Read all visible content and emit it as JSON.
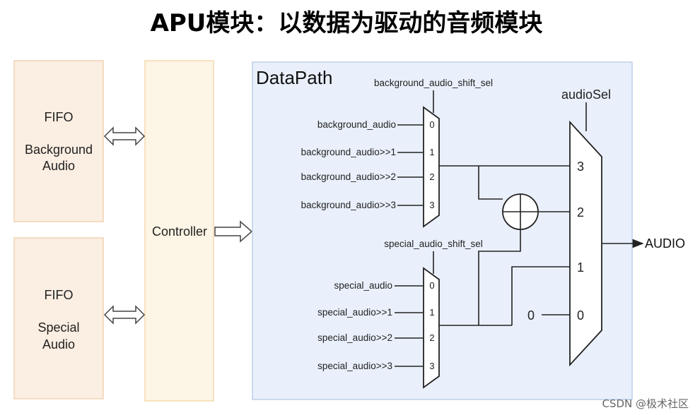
{
  "title": "APU模块：以数据为驱动的音频模块",
  "fifo_background": {
    "line1": "FIFO",
    "line2": "Background",
    "line3": "Audio"
  },
  "fifo_special": {
    "line1": "FIFO",
    "line2": "Special",
    "line3": "Audio"
  },
  "controller": {
    "label": "Controller"
  },
  "datapath": {
    "label": "DataPath",
    "bg_mux": {
      "select": "background_audio_shift_sel",
      "inputs": [
        "background_audio",
        "background_audio>>1",
        "background_audio>>2",
        "background_audio>>3"
      ],
      "ports": [
        "0",
        "1",
        "2",
        "3"
      ]
    },
    "sp_mux": {
      "select": "special_audio_shift_sel",
      "inputs": [
        "special_audio",
        "special_audio>>1",
        "special_audio>>2",
        "special_audio>>3"
      ],
      "ports": [
        "0",
        "1",
        "2",
        "3"
      ]
    },
    "audio_mux": {
      "select": "audioSel",
      "ports": [
        "3",
        "2",
        "1",
        "0"
      ],
      "const_input": "0"
    },
    "output": "AUDIO"
  },
  "watermark": "CSDN @极术社区",
  "colors": {
    "fifo_fill": "#fbeee2",
    "fifo_border": "#f1d3b4",
    "controller_fill": "#fdf5e5",
    "controller_border": "#f3dcae",
    "datapath_fill": "#e9f0fb",
    "datapath_border": "#bcd0ea"
  }
}
